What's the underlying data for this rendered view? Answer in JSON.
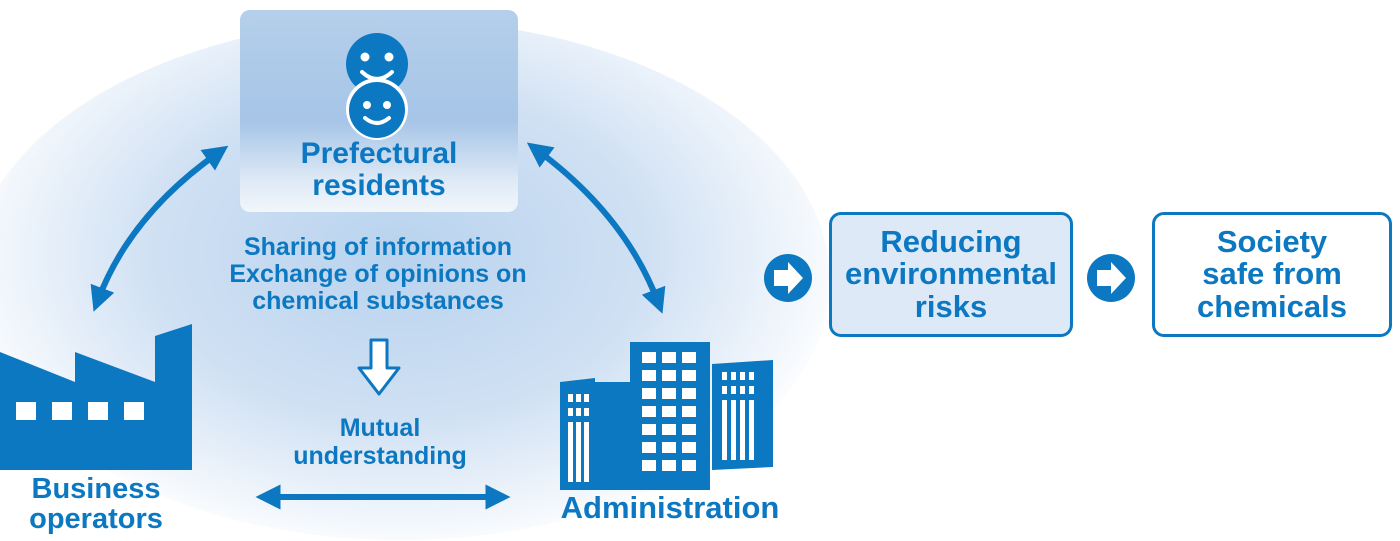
{
  "residents": {
    "label": "Prefectural\nresidents"
  },
  "center": {
    "sharing_text": "Sharing of information\nExchange of opinions on\nchemical substances",
    "mutual_text": "Mutual\nunderstanding"
  },
  "business": {
    "label": "Business\noperators"
  },
  "administration": {
    "label": "Administration"
  },
  "outcomes": [
    {
      "label": "Reducing\nenvironmental\nrisks"
    },
    {
      "label": "Society\nsafe from\nchemicals"
    }
  ],
  "icons": {
    "residents": "smiling-faces-icon",
    "business": "factory-icon",
    "administration": "office-buildings-icon",
    "flow_arrow": "arrow-circle-icon"
  },
  "colors": {
    "primary": "#0b78c1",
    "box_light": "#dde9f6",
    "box_dark": "#a6c5e7"
  }
}
